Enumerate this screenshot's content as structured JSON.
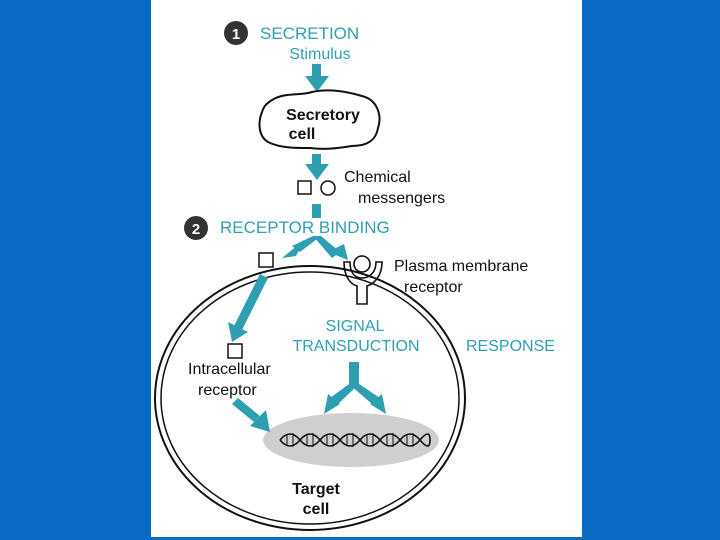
{
  "colors": {
    "background": "#0a6bc4",
    "panel": "#ffffff",
    "accent": "#2e9fb0",
    "step_badge": "#333333",
    "nucleus": "#cfcfcf"
  },
  "steps": [
    {
      "number": "1",
      "label": "SECRETION"
    },
    {
      "number": "2",
      "label": "RECEPTOR BINDING"
    }
  ],
  "stimulus": "Stimulus",
  "secretory_cell": {
    "line1": "Secretory",
    "line2": "cell"
  },
  "chemical_messengers": {
    "line1": "Chemical",
    "line2": "messengers"
  },
  "plasma_membrane_receptor": {
    "line1": "Plasma membrane",
    "line2": "receptor"
  },
  "signal_transduction": {
    "line1": "SIGNAL",
    "line2": "TRANSDUCTION"
  },
  "response": "RESPONSE",
  "intracellular_receptor": {
    "line1": "Intracellular",
    "line2": "receptor"
  },
  "target_cell": {
    "line1": "Target",
    "line2": "cell"
  }
}
